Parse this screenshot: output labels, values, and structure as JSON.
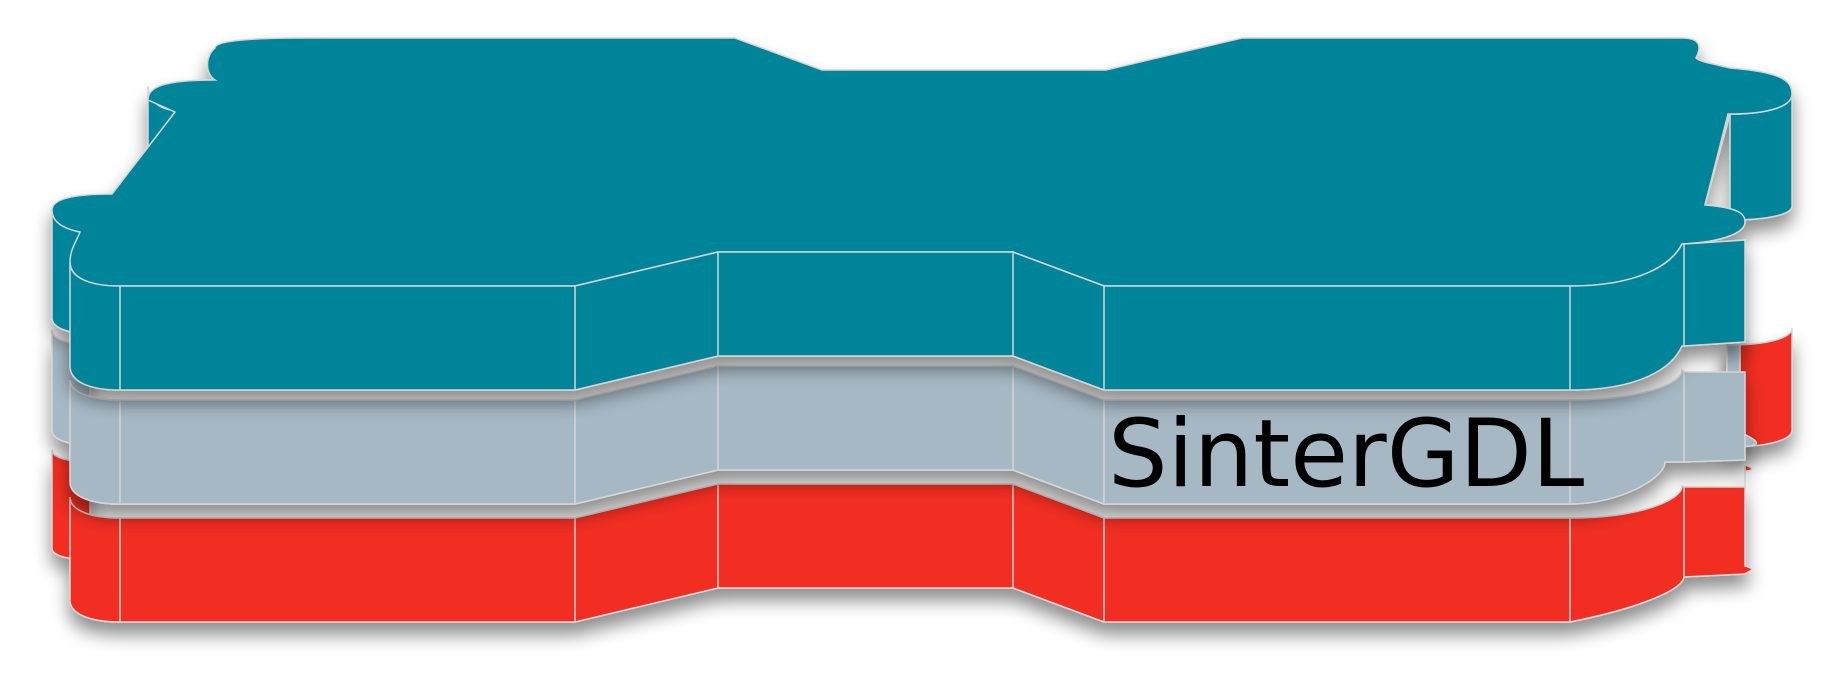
{
  "diagram": {
    "type": "stacked-layer-diagram",
    "layers": [
      {
        "position": "top",
        "color": "#03849a",
        "side_color": "#03849a",
        "label": ""
      },
      {
        "position": "middle",
        "color": "#a6b8c4",
        "side_color": "#a6b8c4",
        "label": "SinterGDL"
      },
      {
        "position": "bottom",
        "color": "#f22d21",
        "side_color": "#f22d21",
        "label": ""
      }
    ],
    "edge_color": "#d6d6d6",
    "label_color": "#000000"
  }
}
